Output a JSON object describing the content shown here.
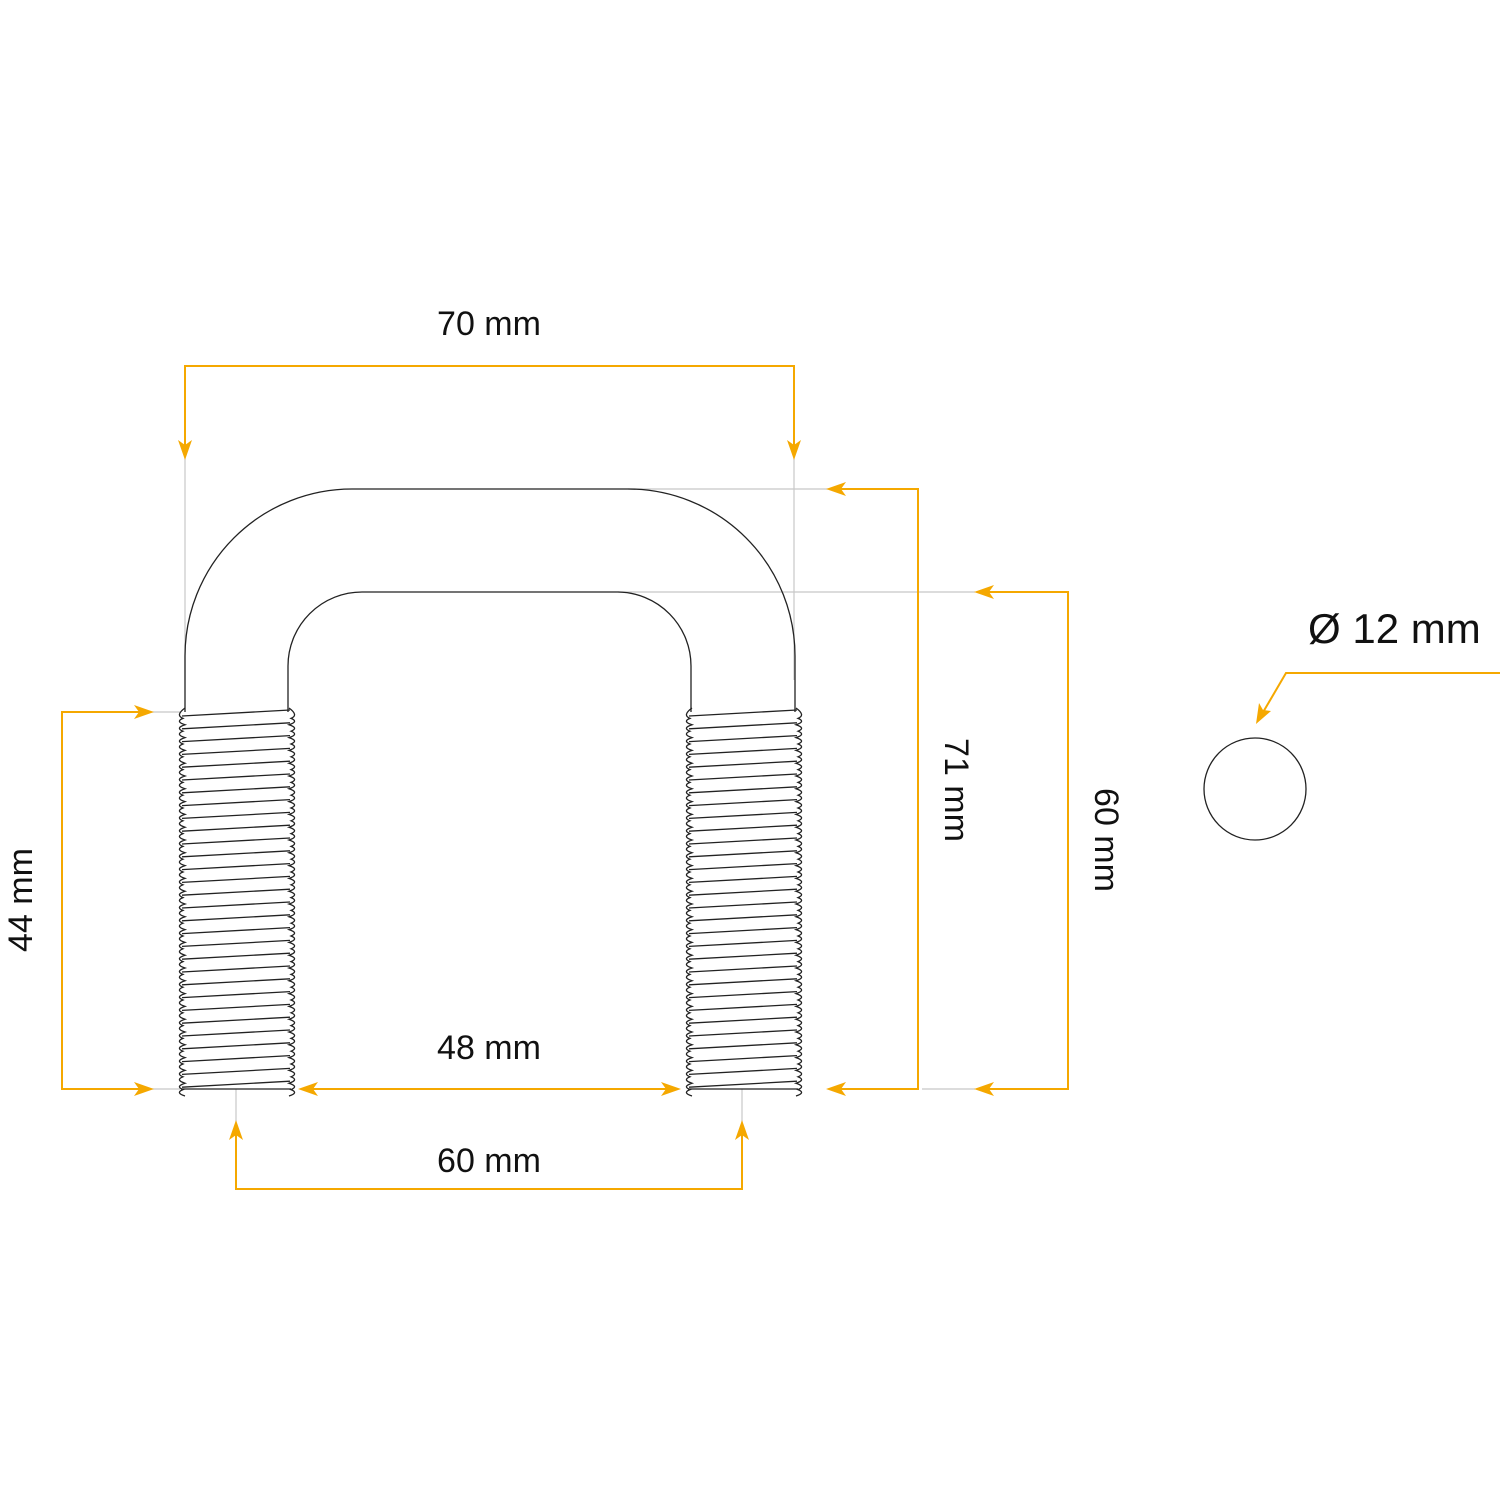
{
  "diagram": {
    "title": "U-bolt dimensions",
    "accent_color": "#F5A800",
    "dimensions": {
      "outer_width": "70 mm",
      "outer_height": "71 mm",
      "inner_height": "60 mm",
      "thread_length": "44 mm",
      "inner_width": "48 mm",
      "center_distance": "60 mm",
      "diameter": "Ø 12 mm"
    }
  }
}
